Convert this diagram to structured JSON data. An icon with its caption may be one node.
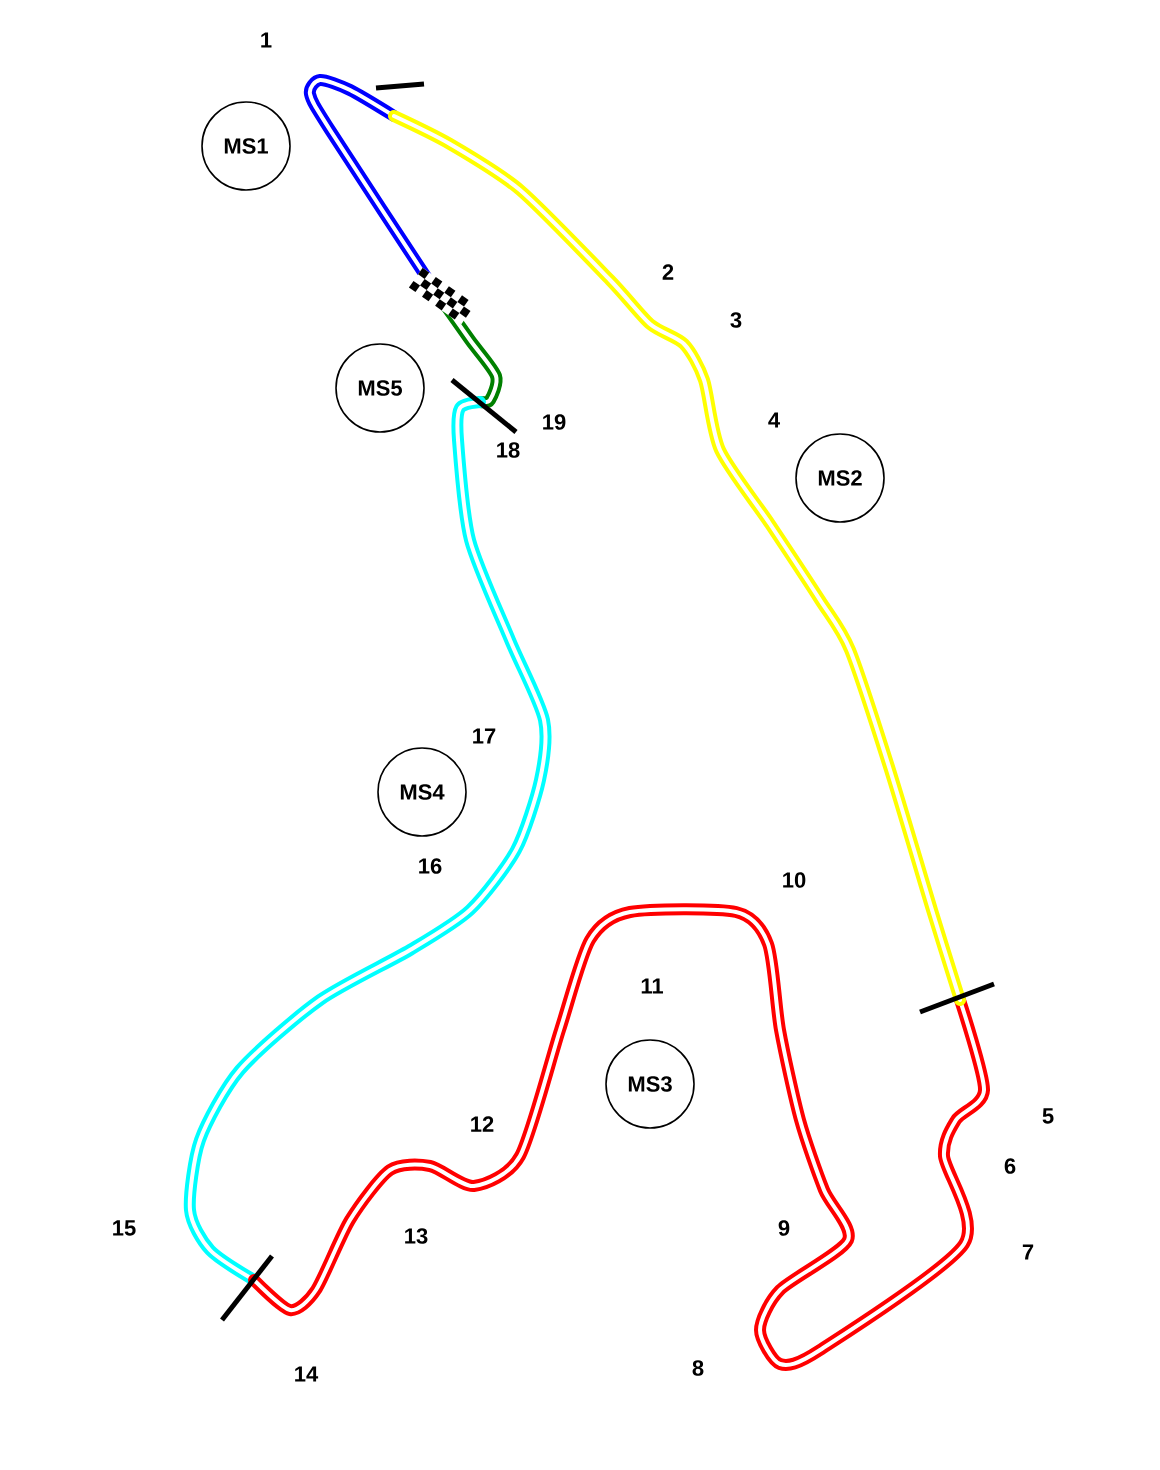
{
  "diagram": {
    "nodes": [
      {
        "text": [
          "MS1"
        ]
      },
      {
        "text": [
          "MS5"
        ]
      },
      {
        "text": [
          "MS2"
        ]
      },
      {
        "text": [
          "MS4"
        ]
      },
      {
        "text": [
          "MS3"
        ]
      }
    ],
    "labels": [
      "1",
      "2",
      "3",
      "4",
      "5",
      "6",
      "7",
      "8",
      "9",
      "10",
      "11",
      "12",
      "13",
      "14",
      "15",
      "16",
      "17",
      "18",
      "19"
    ]
  }
}
